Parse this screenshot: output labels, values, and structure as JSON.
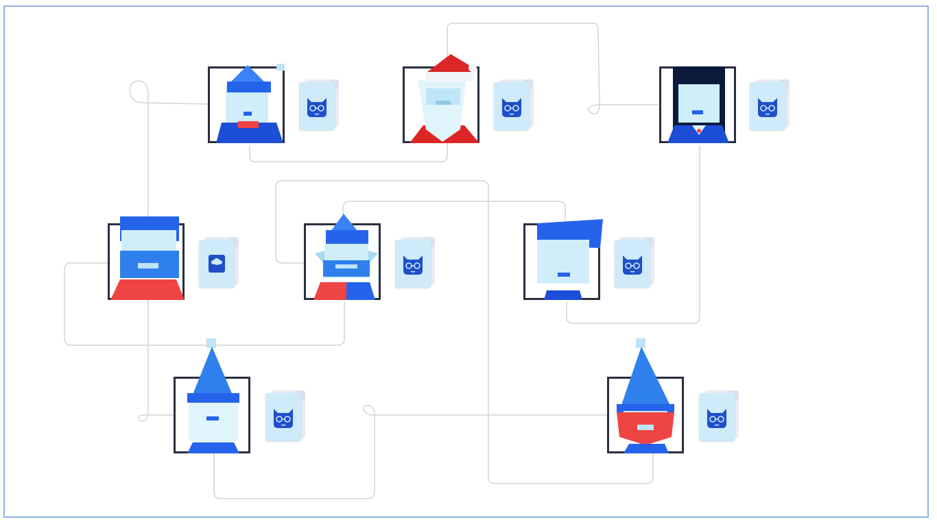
{
  "scene": {
    "frame_color": "#8fb1e6",
    "connector_color": "#d4d4d4",
    "frame_border_color": "#2a2e3f",
    "card_color": "#cfeaf8",
    "icon_color": "#1f4fc9"
  },
  "characters": [
    {
      "id": "elf-blue-hat",
      "hat": "beanie",
      "body_color": "#2563eb"
    },
    {
      "id": "santa",
      "hat": "santa",
      "body_color": "#dc2626"
    },
    {
      "id": "woman-black-hair",
      "hat": "hair",
      "body_color": "#2563eb"
    },
    {
      "id": "bearded-man",
      "hat": "hair",
      "body_color": "#ef4444"
    },
    {
      "id": "elf-ears",
      "hat": "beanie",
      "body_color": "#ef4444"
    },
    {
      "id": "boy-blue-hair",
      "hat": "hair",
      "body_color": "#1d4ed8"
    },
    {
      "id": "gnome-white-beard",
      "hat": "pointy",
      "body_color": "#2563eb"
    },
    {
      "id": "gnome-red-beard",
      "hat": "pointy",
      "body_color": "#ef4444"
    }
  ],
  "cards": [
    {
      "icon": "cat-face-icon"
    },
    {
      "icon": "cat-face-icon"
    },
    {
      "icon": "cat-face-icon"
    },
    {
      "icon": "cookie-icon"
    },
    {
      "icon": "cat-face-icon"
    },
    {
      "icon": "cat-face-icon"
    },
    {
      "icon": "cat-face-icon"
    },
    {
      "icon": "cat-face-icon"
    }
  ]
}
